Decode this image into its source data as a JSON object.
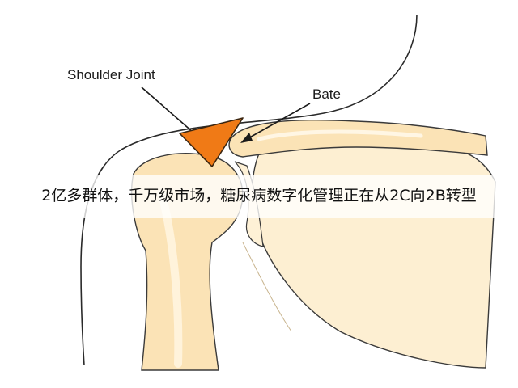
{
  "diagram": {
    "labels": {
      "shoulder_joint": "Shoulder Joint",
      "bate": "Bate"
    },
    "colors": {
      "bone_fill": "#fbe3b6",
      "bone_light": "#fef1d6",
      "outline": "#2a2a2a",
      "marker": "#f07a16",
      "marker_stroke": "#3a2510"
    }
  },
  "caption": {
    "text": "2亿多群体，千万级市场，糖尿病数字化管理正在从2C向2B转型"
  }
}
